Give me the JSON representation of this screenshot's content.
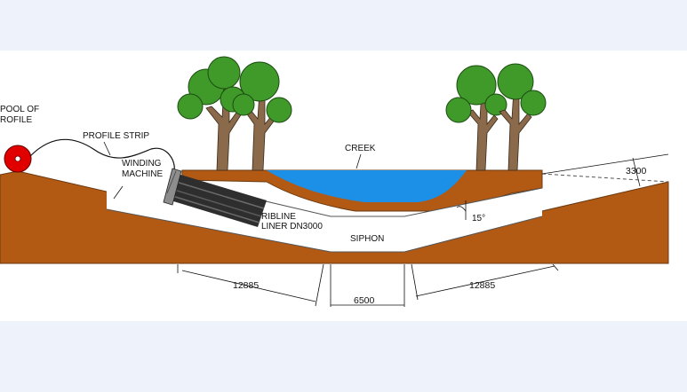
{
  "colors": {
    "page_background": "#eef3fb",
    "panel": "#ffffff",
    "soil": "#b25a14",
    "water": "#1c8fe6",
    "foliage": "#3f9a2a",
    "trunk": "#8a6a4a",
    "pipe": "#3a3a3a",
    "spool": "#e00000"
  },
  "labels": {
    "spool": [
      "POOL OF",
      "ROFILE"
    ],
    "profile_strip": "PROFILE STRIP",
    "winding_machine": [
      "WINDING",
      "MACHINE"
    ],
    "ribline_liner": [
      "RIBLINE",
      "LINER DN3000"
    ],
    "creek": "CREEK",
    "siphon": "SIPHON",
    "angle": "15°"
  },
  "dimensions": {
    "left_slope": "12885",
    "bottom_flat": "6500",
    "right_slope": "12885",
    "depth": "3300"
  }
}
